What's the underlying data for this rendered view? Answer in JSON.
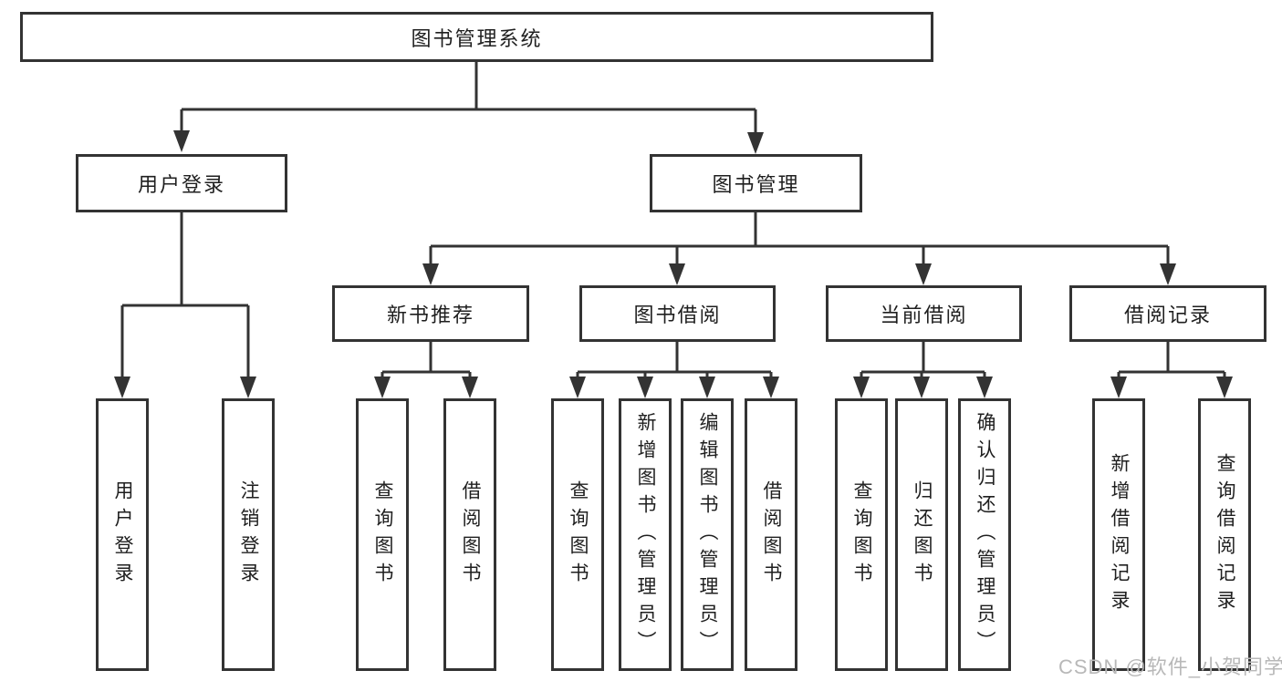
{
  "tree": {
    "root": {
      "label": "图书管理系统",
      "children": [
        {
          "label": "用户登录",
          "children": [
            {
              "label": "用户登录"
            },
            {
              "label": "注销登录"
            }
          ]
        },
        {
          "label": "图书管理",
          "children": [
            {
              "label": "新书推荐",
              "children": [
                {
                  "label": "查询图书"
                },
                {
                  "label": "借阅图书"
                }
              ]
            },
            {
              "label": "图书借阅",
              "children": [
                {
                  "label": "查询图书"
                },
                {
                  "label": "新增图书（管理员）"
                },
                {
                  "label": "编辑图书（管理员）"
                },
                {
                  "label": "借阅图书"
                }
              ]
            },
            {
              "label": "当前借阅",
              "children": [
                {
                  "label": "查询图书"
                },
                {
                  "label": "归还图书"
                },
                {
                  "label": "确认归还（管理员）"
                }
              ]
            },
            {
              "label": "借阅记录",
              "children": [
                {
                  "label": "新增借阅记录"
                },
                {
                  "label": "查询借阅记录"
                }
              ]
            }
          ]
        }
      ]
    }
  },
  "watermark": {
    "text": "CSDN @软件_小贺同学"
  },
  "colors": {
    "line": "#333333",
    "border": "#333333",
    "text": "#1f1f1f",
    "watermark": "#b8b8b8",
    "background": "#ffffff"
  }
}
